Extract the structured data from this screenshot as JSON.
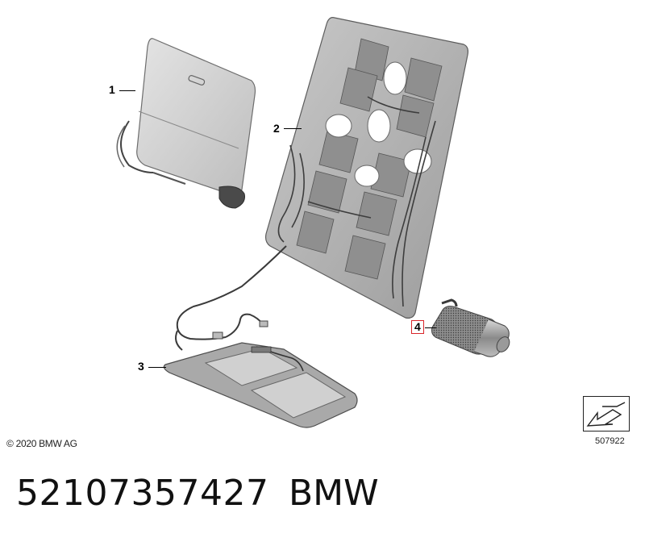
{
  "diagram": {
    "callouts": [
      {
        "id": "1",
        "label": "1"
      },
      {
        "id": "2",
        "label": "2"
      },
      {
        "id": "3",
        "label": "3"
      },
      {
        "id": "4",
        "label": "4",
        "highlighted": true
      }
    ],
    "highlight_color": "#d9252a",
    "copyright": "© 2020 BMW AG",
    "reference_number": "507922"
  },
  "footer": {
    "part_number": "52107357427",
    "brand": "BMW"
  }
}
